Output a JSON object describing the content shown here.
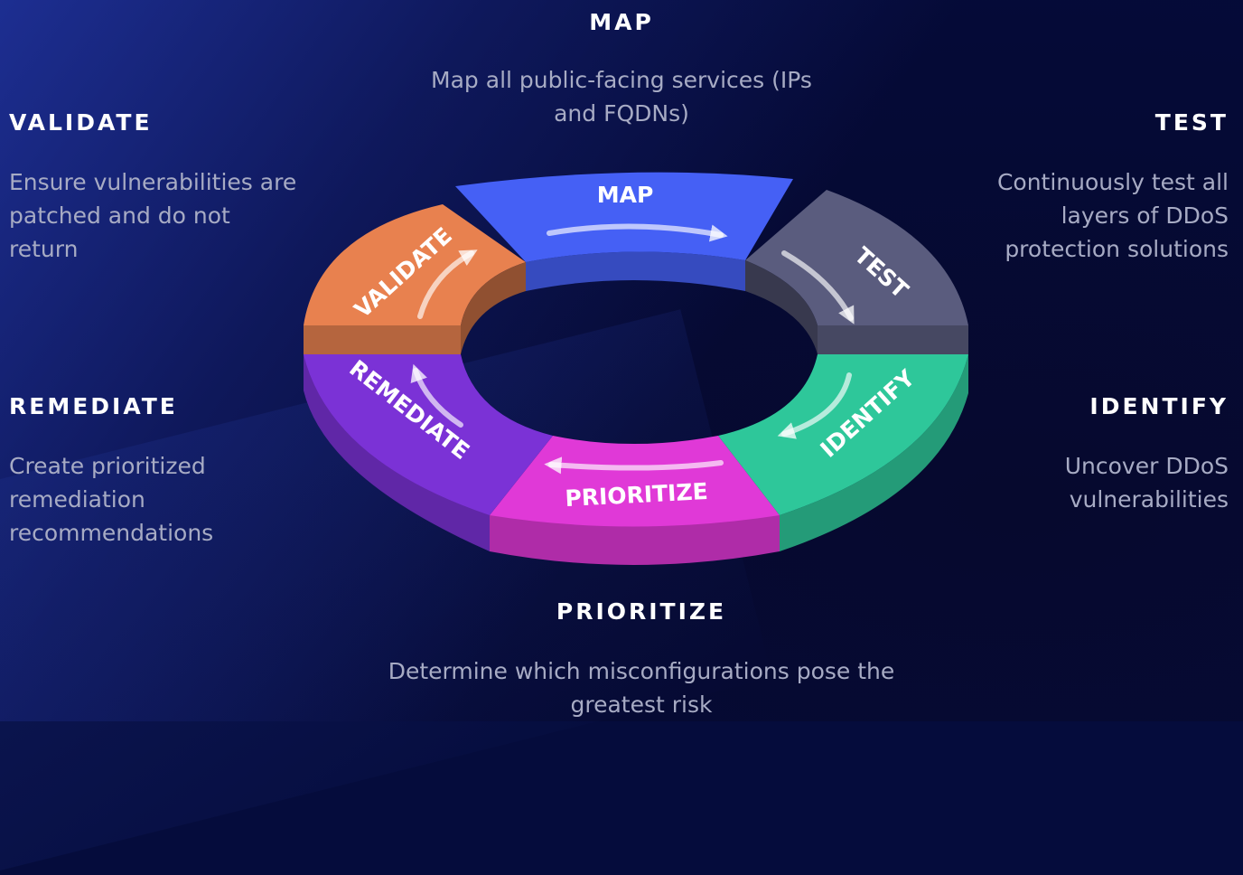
{
  "center_title": "MAP",
  "center_description": "Map all public-facing services (IPs and FQDNs)",
  "steps": {
    "validate": {
      "heading": "VALIDATE",
      "description": "Ensure vulnerabilities are patched and do not return",
      "segment_label": "VALIDATE",
      "color": "#e8814f"
    },
    "test": {
      "heading": "TEST",
      "description": "Continuously test all layers of DDoS protection solutions",
      "segment_label": "TEST",
      "color": "#5a5c7e"
    },
    "remediate": {
      "heading": "REMEDIATE",
      "description": "Create prioritized remediation recommendations",
      "segment_label": "REMEDIATE",
      "color": "#7b32d6"
    },
    "identify": {
      "heading": "IDENTIFY",
      "description": "Uncover DDoS vulnerabilities",
      "segment_label": "IDENTIFY",
      "color": "#2ec79a"
    },
    "prioritize": {
      "heading": "PRIORITIZE",
      "description": "Determine which misconfigurations pose the greatest risk",
      "segment_label": "PRIORITIZE",
      "color": "#e039d7"
    },
    "map": {
      "segment_label": "MAP",
      "color": "#4560f5"
    }
  }
}
